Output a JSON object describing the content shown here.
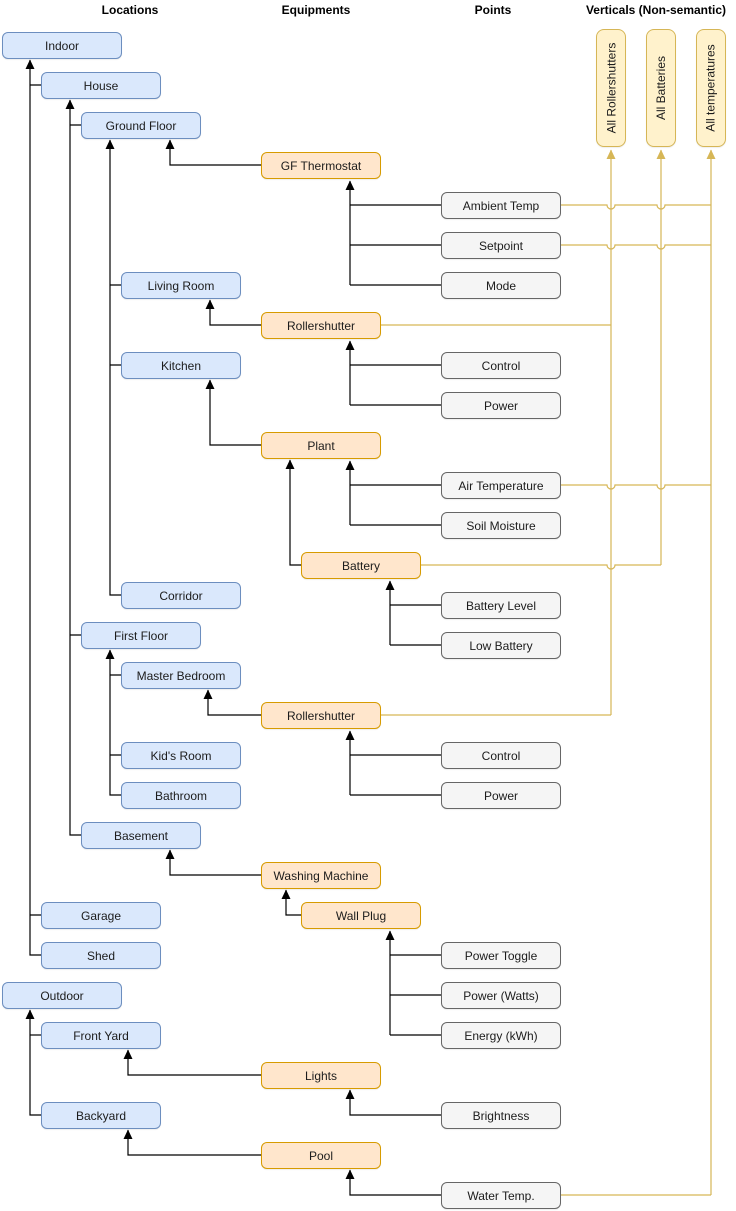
{
  "diagram": {
    "column_headers": {
      "locations": "Locations",
      "equipments": "Equipments",
      "points": "Points",
      "verticals": "Verticals (Non-semantic)"
    },
    "locations": {
      "indoor": "Indoor",
      "house": "House",
      "ground_floor": "Ground Floor",
      "living_room": "Living Room",
      "kitchen": "Kitchen",
      "corridor": "Corridor",
      "first_floor": "First Floor",
      "master_bedroom": "Master Bedroom",
      "kids_room": "Kid's Room",
      "bathroom": "Bathroom",
      "basement": "Basement",
      "garage": "Garage",
      "shed": "Shed",
      "outdoor": "Outdoor",
      "front_yard": "Front Yard",
      "backyard": "Backyard"
    },
    "equipments": {
      "gf_thermostat": "GF Thermostat",
      "rollershutter_living_room": "Rollershutter",
      "plant": "Plant",
      "battery": "Battery",
      "rollershutter_master_bedroom": "Rollershutter",
      "washing_machine": "Washing Machine",
      "wall_plug": "Wall Plug",
      "lights": "Lights",
      "pool": "Pool"
    },
    "points": {
      "ambient_temp": "Ambient Temp",
      "setpoint": "Setpoint",
      "mode": "Mode",
      "control_living_room": "Control",
      "power_living_room": "Power",
      "air_temperature": "Air Temperature",
      "soil_moisture": "Soil Moisture",
      "battery_level": "Battery Level",
      "low_battery": "Low Battery",
      "control_master_bedroom": "Control",
      "power_master_bedroom": "Power",
      "power_toggle": "Power Toggle",
      "power_watts": "Power (Watts)",
      "energy_kwh": "Energy (kWh)",
      "brightness": "Brightness",
      "water_temp": "Water Temp."
    },
    "verticals": {
      "all_rollershutters": "All Rollershutters",
      "all_batteries": "All Batteries",
      "all_temperatures": "All temperatures"
    },
    "relationships": {
      "location_parent": [
        [
          "house",
          "indoor"
        ],
        [
          "garage",
          "indoor"
        ],
        [
          "shed",
          "indoor"
        ],
        [
          "ground_floor",
          "house"
        ],
        [
          "first_floor",
          "house"
        ],
        [
          "basement",
          "house"
        ],
        [
          "living_room",
          "ground_floor"
        ],
        [
          "kitchen",
          "ground_floor"
        ],
        [
          "corridor",
          "ground_floor"
        ],
        [
          "master_bedroom",
          "first_floor"
        ],
        [
          "kids_room",
          "first_floor"
        ],
        [
          "bathroom",
          "first_floor"
        ],
        [
          "front_yard",
          "outdoor"
        ],
        [
          "backyard",
          "outdoor"
        ]
      ],
      "equipment_parent": [
        [
          "gf_thermostat",
          "ground_floor"
        ],
        [
          "rollershutter_living_room",
          "living_room"
        ],
        [
          "plant",
          "kitchen"
        ],
        [
          "battery",
          "plant"
        ],
        [
          "rollershutter_master_bedroom",
          "master_bedroom"
        ],
        [
          "washing_machine",
          "basement"
        ],
        [
          "wall_plug",
          "washing_machine"
        ],
        [
          "lights",
          "front_yard"
        ],
        [
          "pool",
          "backyard"
        ]
      ],
      "point_parent": [
        [
          "ambient_temp",
          "gf_thermostat"
        ],
        [
          "setpoint",
          "gf_thermostat"
        ],
        [
          "mode",
          "gf_thermostat"
        ],
        [
          "control_living_room",
          "rollershutter_living_room"
        ],
        [
          "power_living_room",
          "rollershutter_living_room"
        ],
        [
          "air_temperature",
          "plant"
        ],
        [
          "soil_moisture",
          "plant"
        ],
        [
          "battery_level",
          "battery"
        ],
        [
          "low_battery",
          "battery"
        ],
        [
          "control_master_bedroom",
          "rollershutter_master_bedroom"
        ],
        [
          "power_master_bedroom",
          "rollershutter_master_bedroom"
        ],
        [
          "power_toggle",
          "wall_plug"
        ],
        [
          "power_watts",
          "wall_plug"
        ],
        [
          "energy_kwh",
          "wall_plug"
        ],
        [
          "brightness",
          "lights"
        ],
        [
          "water_temp",
          "pool"
        ]
      ],
      "vertical_members": {
        "all_rollershutters": [
          "rollershutter_living_room",
          "rollershutter_master_bedroom"
        ],
        "all_batteries": [
          "battery"
        ],
        "all_temperatures": [
          "ambient_temp",
          "setpoint",
          "air_temperature",
          "water_temp"
        ]
      }
    },
    "colors": {
      "location_fill": "#dae8fc",
      "location_border": "#6c8ebf",
      "equipment_fill": "#ffe6cc",
      "equipment_border": "#d79b00",
      "point_fill": "#f5f5f5",
      "point_border": "#666666",
      "vertical_fill": "#fff2cc",
      "vertical_border": "#d6b656",
      "connector": "#000000",
      "vertical_connector": "#d6b656"
    }
  }
}
